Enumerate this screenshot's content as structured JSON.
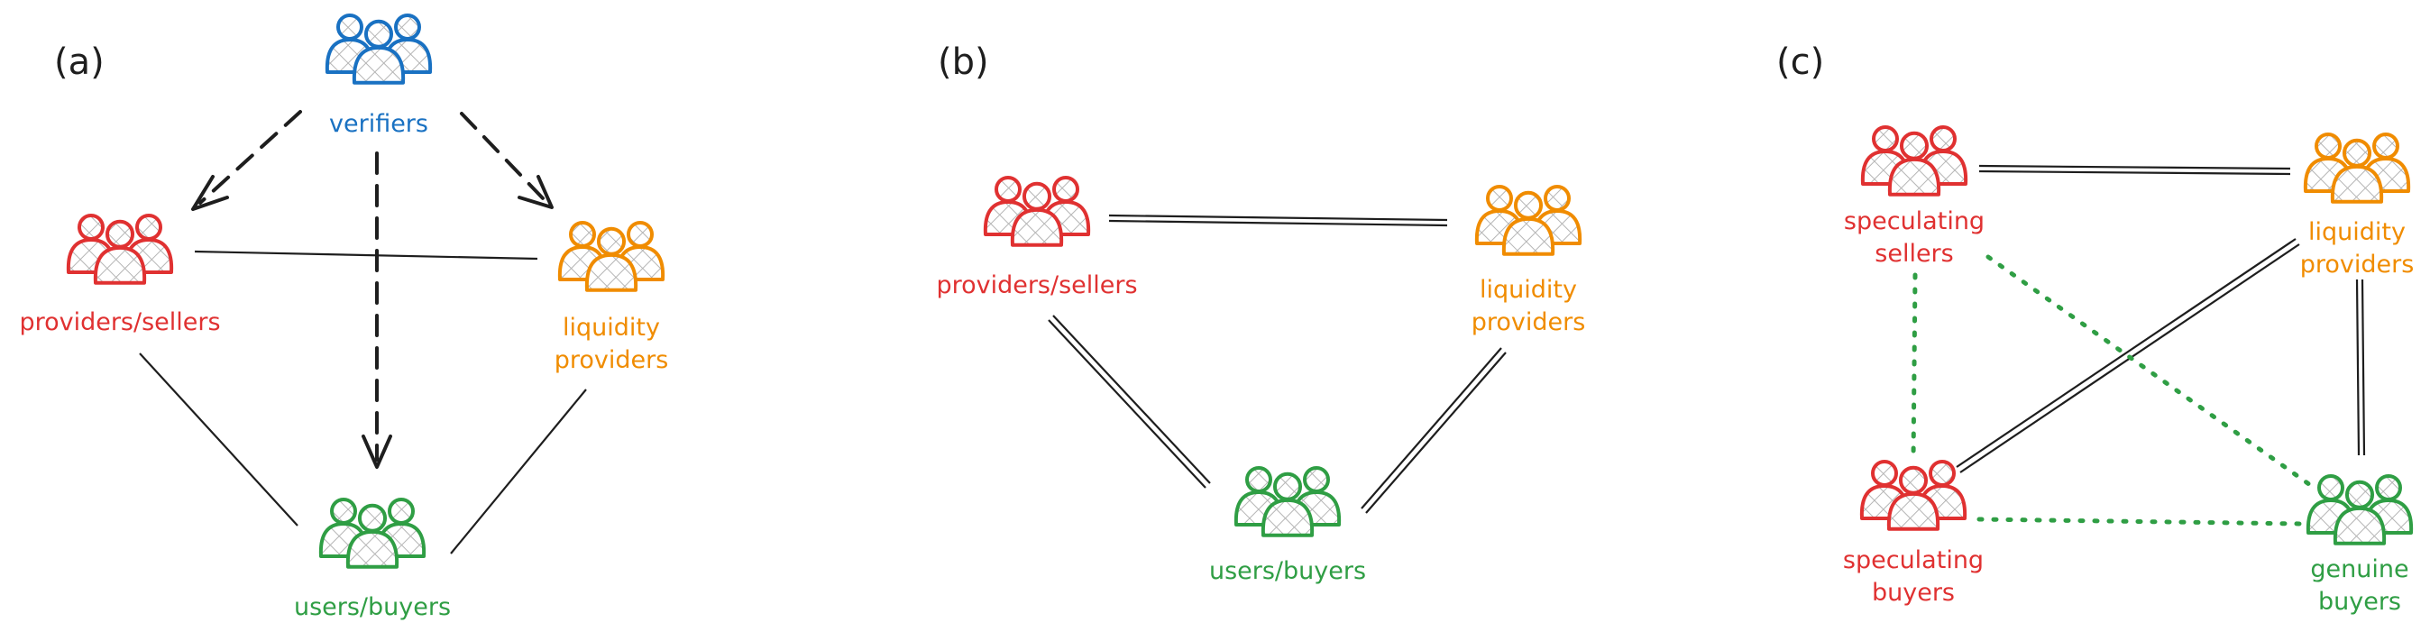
{
  "colors": {
    "red": "#e03131",
    "orange": "#f08c00",
    "green": "#2f9e44",
    "blue": "#1971c2",
    "ink": "#1e1e1e",
    "hatch": "#b5b5b5"
  },
  "panels": {
    "a": {
      "label": "(a)",
      "nodes": {
        "verifiers": {
          "icon": "people-group-icon",
          "color": "blue",
          "lines": [
            "verifiers"
          ]
        },
        "providers": {
          "icon": "people-group-icon",
          "color": "red",
          "lines": [
            "providers/sellers"
          ]
        },
        "liquidity": {
          "icon": "people-group-icon",
          "color": "orange",
          "lines": [
            "liquidity",
            "providers"
          ]
        },
        "users": {
          "icon": "people-group-icon",
          "color": "green",
          "lines": [
            "users/buyers"
          ]
        }
      }
    },
    "b": {
      "label": "(b)",
      "nodes": {
        "providers": {
          "icon": "people-group-icon",
          "color": "red",
          "lines": [
            "providers/sellers"
          ]
        },
        "liquidity": {
          "icon": "people-group-icon",
          "color": "orange",
          "lines": [
            "liquidity",
            "providers"
          ]
        },
        "users": {
          "icon": "people-group-icon",
          "color": "green",
          "lines": [
            "users/buyers"
          ]
        }
      }
    },
    "c": {
      "label": "(c)",
      "nodes": {
        "spec_sellers": {
          "icon": "people-group-icon",
          "color": "red",
          "lines": [
            "speculating",
            "sellers"
          ]
        },
        "liquidity": {
          "icon": "people-group-icon",
          "color": "orange",
          "lines": [
            "liquidity",
            "providers"
          ]
        },
        "spec_buyers": {
          "icon": "people-group-icon",
          "color": "red",
          "lines": [
            "speculating",
            "buyers"
          ]
        },
        "genuine": {
          "icon": "people-group-icon",
          "color": "green",
          "lines": [
            "genuine",
            "buyers"
          ]
        }
      }
    }
  }
}
